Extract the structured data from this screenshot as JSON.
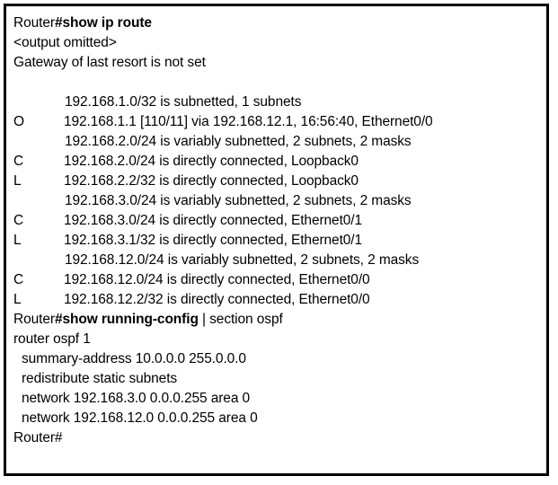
{
  "terminal": {
    "border_color": "#000000",
    "background_color": "#ffffff",
    "text_color": "#000000",
    "lines": [
      {
        "type": "prompt",
        "host": "Router",
        "command": "#show ip route",
        "tail": ""
      },
      {
        "type": "plain",
        "text": "<output omitted>"
      },
      {
        "type": "plain",
        "text": "Gateway of last resort is not set"
      },
      {
        "type": "blank",
        "text": ""
      },
      {
        "type": "header",
        "text": "192.168.1.0/32 is subnetted, 1 subnets"
      },
      {
        "type": "route",
        "code": "O",
        "text": "192.168.1.1 [110/11] via 192.168.12.1, 16:56:40, Ethernet0/0"
      },
      {
        "type": "header",
        "text": "192.168.2.0/24 is variably subnetted, 2 subnets, 2 masks"
      },
      {
        "type": "route",
        "code": "C",
        "text": "192.168.2.0/24 is directly connected, Loopback0"
      },
      {
        "type": "route",
        "code": "L",
        "text": "192.168.2.2/32 is directly connected, Loopback0"
      },
      {
        "type": "header",
        "text": "192.168.3.0/24 is variably subnetted, 2 subnets, 2 masks"
      },
      {
        "type": "route",
        "code": "C",
        "text": "192.168.3.0/24 is directly connected, Ethernet0/1"
      },
      {
        "type": "route",
        "code": "L",
        "text": "192.168.3.1/32 is directly connected, Ethernet0/1"
      },
      {
        "type": "header",
        "text": "192.168.12.0/24 is variably subnetted, 2 subnets, 2 masks"
      },
      {
        "type": "route",
        "code": "C",
        "text": "192.168.12.0/24 is directly connected, Ethernet0/0"
      },
      {
        "type": "route",
        "code": "L",
        "text": "192.168.12.2/32 is directly connected, Ethernet0/0"
      },
      {
        "type": "prompt",
        "host": "Router",
        "command": "#show running-config",
        "tail": " | section ospf"
      },
      {
        "type": "plain",
        "text": "router ospf 1"
      },
      {
        "type": "config",
        "text": "summary-address 10.0.0.0 255.0.0.0"
      },
      {
        "type": "config",
        "text": "redistribute static subnets"
      },
      {
        "type": "config",
        "text": "network 192.168.3.0 0.0.0.255 area 0"
      },
      {
        "type": "config",
        "text": "network 192.168.12.0 0.0.0.255 area 0"
      },
      {
        "type": "plain",
        "text": "Router#"
      }
    ]
  }
}
